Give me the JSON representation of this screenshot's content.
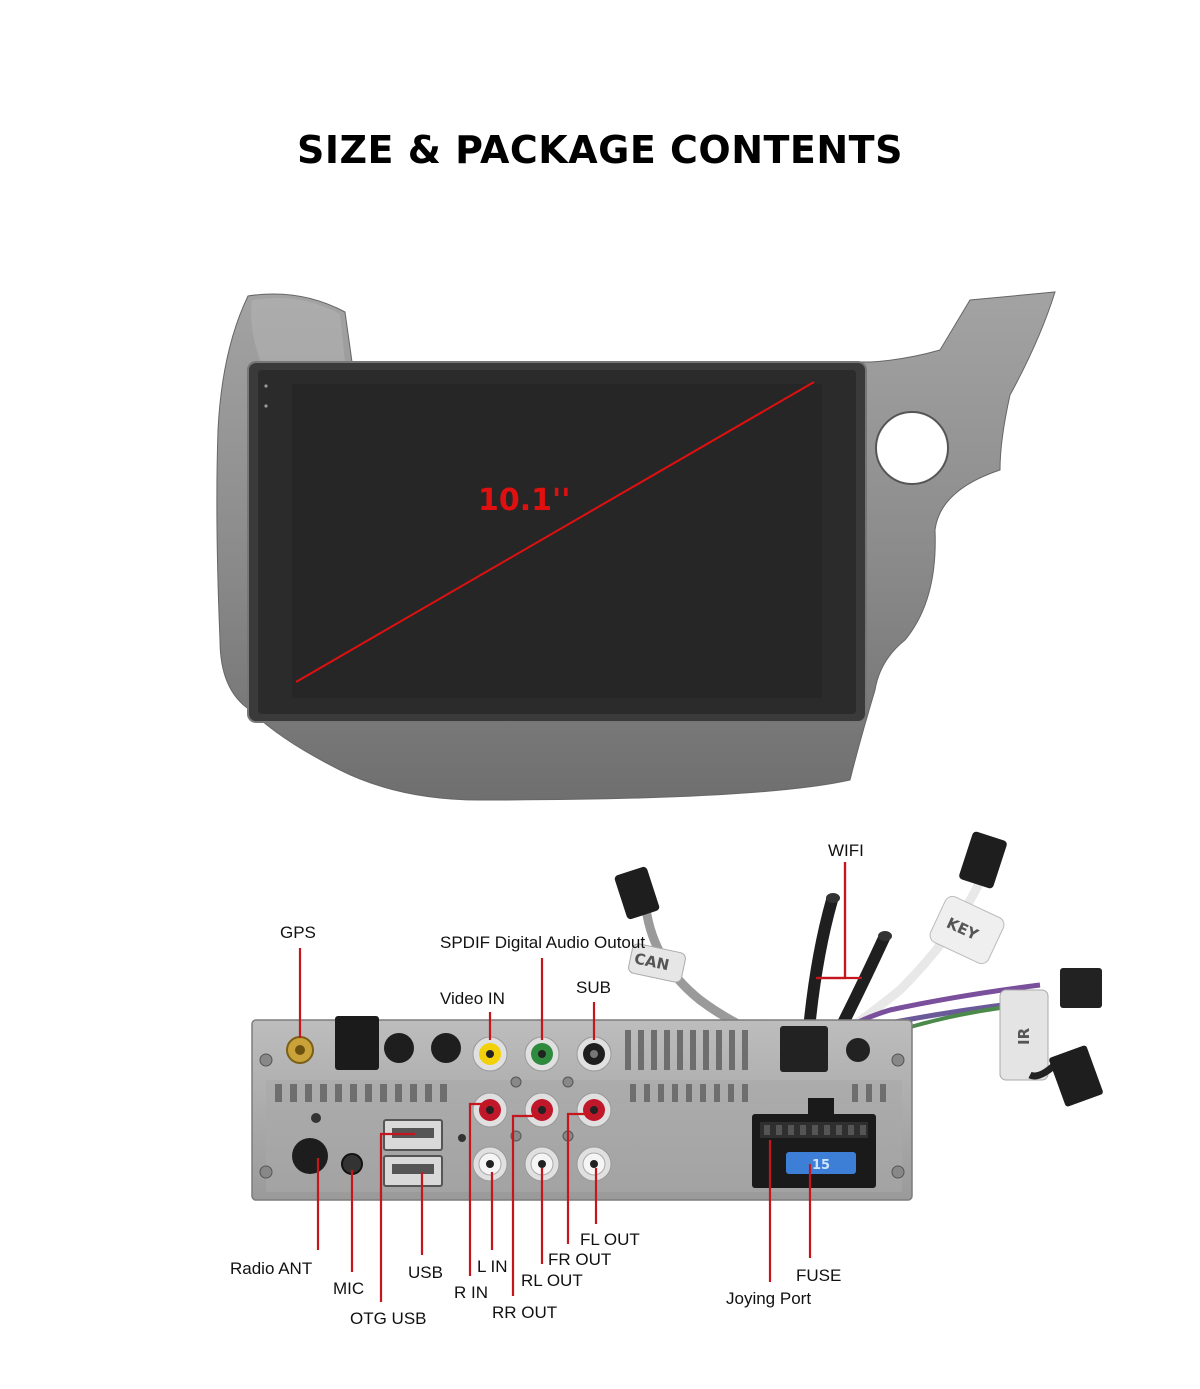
{
  "title": "SIZE & PACKAGE CONTENTS",
  "screen": {
    "diagonal_label": "10.1''"
  },
  "tags": {
    "can": "CAN",
    "key": "KEY",
    "ir": "IR"
  },
  "fuse_value": "15",
  "labels": {
    "wifi": "WIFI",
    "gps": "GPS",
    "spdif": "SPDIF Digital Audio Outout",
    "sub": "SUB",
    "video_in": "Video IN",
    "radio_ant": "Radio ANT",
    "mic": "MIC",
    "otg_usb": "OTG USB",
    "usb": "USB",
    "r_in": "R IN",
    "l_in": "L IN",
    "rr_out": "RR OUT",
    "rl_out": "RL OUT",
    "fr_out": "FR OUT",
    "fl_out": "FL OUT",
    "joying_port": "Joying Port",
    "fuse": "FUSE"
  },
  "colors": {
    "callout_line": "#c4161c",
    "diagonal": "#e01010",
    "bezel": "#8a8a8a",
    "screen": "#2b2b2b"
  }
}
